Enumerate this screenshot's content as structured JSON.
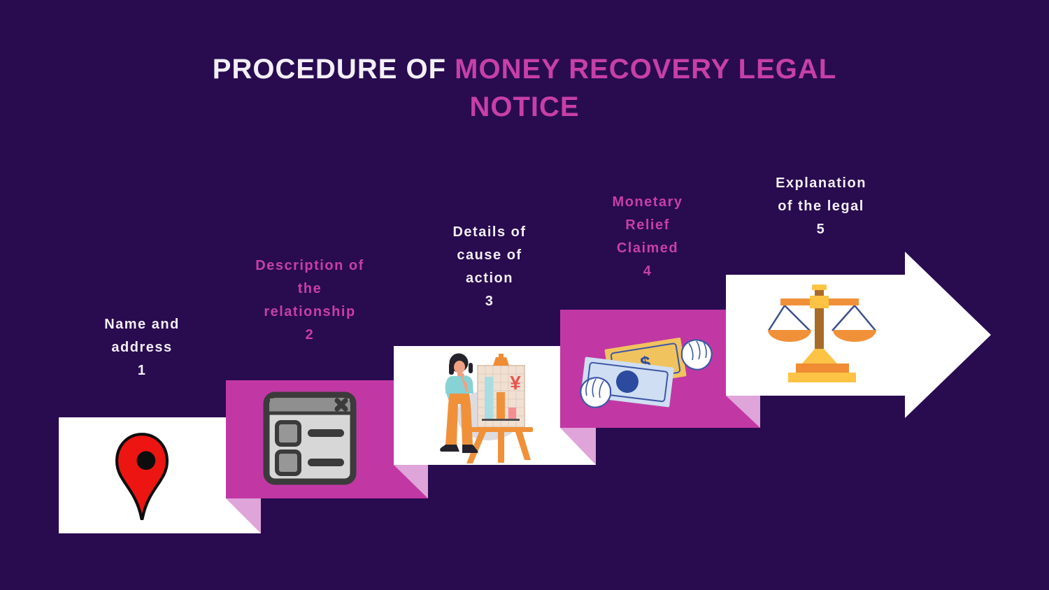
{
  "title": {
    "part_white": "PROCEDURE OF",
    "part_pink": "MONEY RECOVERY LEGAL\nNOTICE"
  },
  "colors": {
    "background": "#290b50",
    "card-pink": "#c138a4",
    "fold-pink": "#dfa4d9",
    "card-white": "#ffffff",
    "magenta-text": "#c73fa9",
    "white-text": "#f3eff6"
  },
  "steps": [
    {
      "number": "1",
      "label": "Name and\naddress",
      "icon": "location-pin",
      "card_style": "white"
    },
    {
      "number": "2",
      "label": "Description of\nthe\nrelationship",
      "icon": "form-window",
      "card_style": "pink"
    },
    {
      "number": "3",
      "label": "Details of\ncause of\naction",
      "icon": "woman-with-bar-chart",
      "card_style": "white",
      "chart_symbol": "¥"
    },
    {
      "number": "4",
      "label": "Monetary\nRelief\nClaimed",
      "icon": "hands-exchanging-money",
      "card_style": "pink",
      "currency_symbol": "$"
    },
    {
      "number": "5",
      "label": "Explanation\nof the legal",
      "icon": "scales-of-justice",
      "card_style": "white-arrow"
    }
  ]
}
